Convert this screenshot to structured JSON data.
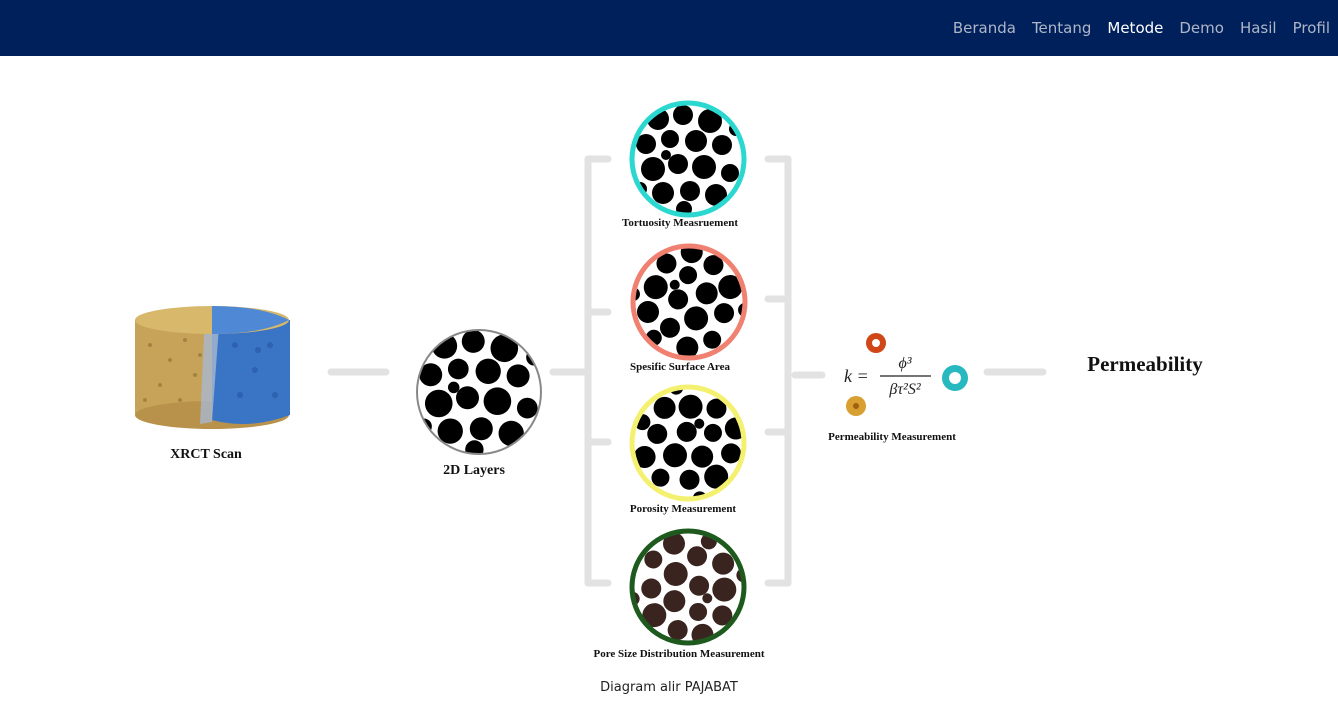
{
  "nav": {
    "items": [
      {
        "label": "Beranda",
        "active": false
      },
      {
        "label": "Tentang",
        "active": false
      },
      {
        "label": "Metode",
        "active": true
      },
      {
        "label": "Demo",
        "active": false
      },
      {
        "label": "Hasil",
        "active": false
      },
      {
        "label": "Profil",
        "active": false
      }
    ]
  },
  "diagram": {
    "xrct_label": "XRCT Scan",
    "layers_label": "2D Layers",
    "tortuosity_label": "Tortuosity Measruement",
    "surface_label": "Spesific Surface Area",
    "porosity_label": "Porosity Measurement",
    "pore_size_label": "Pore Size Distribution Measurement",
    "permeability_measurement_label": "Permeability Measurement",
    "result_label": "Permeability",
    "formula": {
      "lhs": "k =",
      "numerator": "ϕ³",
      "denominator": "βτ²S²"
    }
  },
  "caption": "Diagram alir PAJABAT",
  "colors": {
    "navbar": "#00205b",
    "tortuosity_ring": "#2ad8d0",
    "surface_ring": "#f08070",
    "porosity_ring": "#f4f070",
    "pore_size_ring": "#1e5a1e",
    "connector": "#e2e2e2"
  }
}
